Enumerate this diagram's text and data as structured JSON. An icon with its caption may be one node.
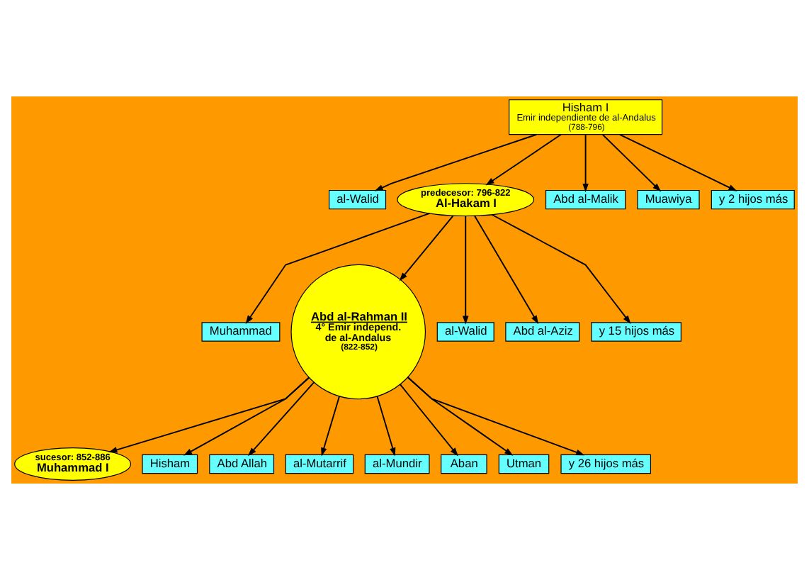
{
  "diagram": {
    "nodes": [
      {
        "text": [
          "Hisham I",
          "Emir independiente de al-Andalus",
          "(788-796)"
        ]
      },
      {
        "text": [
          "al-Walid"
        ]
      },
      {
        "text": [
          "predecesor: 796-822",
          "Al-Hakam I"
        ]
      },
      {
        "text": [
          "Abd al-Malik"
        ]
      },
      {
        "text": [
          "Muawiya"
        ]
      },
      {
        "text": [
          "y 2 hijos más"
        ]
      },
      {
        "text": [
          "Muhammad"
        ]
      },
      {
        "text": [
          "Abd al-Rahman II",
          "4° Emir independ. de al-Andalus",
          "(822-852)"
        ]
      },
      {
        "text": [
          "al-Walid"
        ]
      },
      {
        "text": [
          "Abd al-Aziz"
        ]
      },
      {
        "text": [
          "y 15 hijos más"
        ]
      },
      {
        "text": [
          "sucesor: 852-886",
          "Muhammad I"
        ]
      },
      {
        "text": [
          "Hisham"
        ]
      },
      {
        "text": [
          "Abd Allah"
        ]
      },
      {
        "text": [
          "al-Mutarrif"
        ]
      },
      {
        "text": [
          "al-Mundir"
        ]
      },
      {
        "text": [
          "Aban"
        ]
      },
      {
        "text": [
          "Utman"
        ]
      },
      {
        "text": [
          "y 26 hijos más"
        ]
      }
    ],
    "edges": [
      {
        "from": 0,
        "to": 1,
        "arrow": "to"
      },
      {
        "from": 0,
        "to": 2,
        "arrow": "to"
      },
      {
        "from": 0,
        "to": 3,
        "arrow": "to"
      },
      {
        "from": 0,
        "to": 4,
        "arrow": "to"
      },
      {
        "from": 0,
        "to": 5,
        "arrow": "to"
      },
      {
        "from": 2,
        "to": 6,
        "arrow": "to"
      },
      {
        "from": 2,
        "to": 7,
        "arrow": "to"
      },
      {
        "from": 2,
        "to": 8,
        "arrow": "to"
      },
      {
        "from": 2,
        "to": 9,
        "arrow": "to"
      },
      {
        "from": 2,
        "to": 10,
        "arrow": "to"
      },
      {
        "from": 7,
        "to": 11,
        "arrow": "to"
      },
      {
        "from": 7,
        "to": 12,
        "arrow": "to"
      },
      {
        "from": 7,
        "to": 13,
        "arrow": "to"
      },
      {
        "from": 7,
        "to": 14,
        "arrow": "to"
      },
      {
        "from": 7,
        "to": 15,
        "arrow": "to"
      },
      {
        "from": 7,
        "to": 16,
        "arrow": "to"
      },
      {
        "from": 7,
        "to": 17,
        "arrow": "to"
      },
      {
        "from": 7,
        "to": 18,
        "arrow": "to"
      }
    ]
  }
}
